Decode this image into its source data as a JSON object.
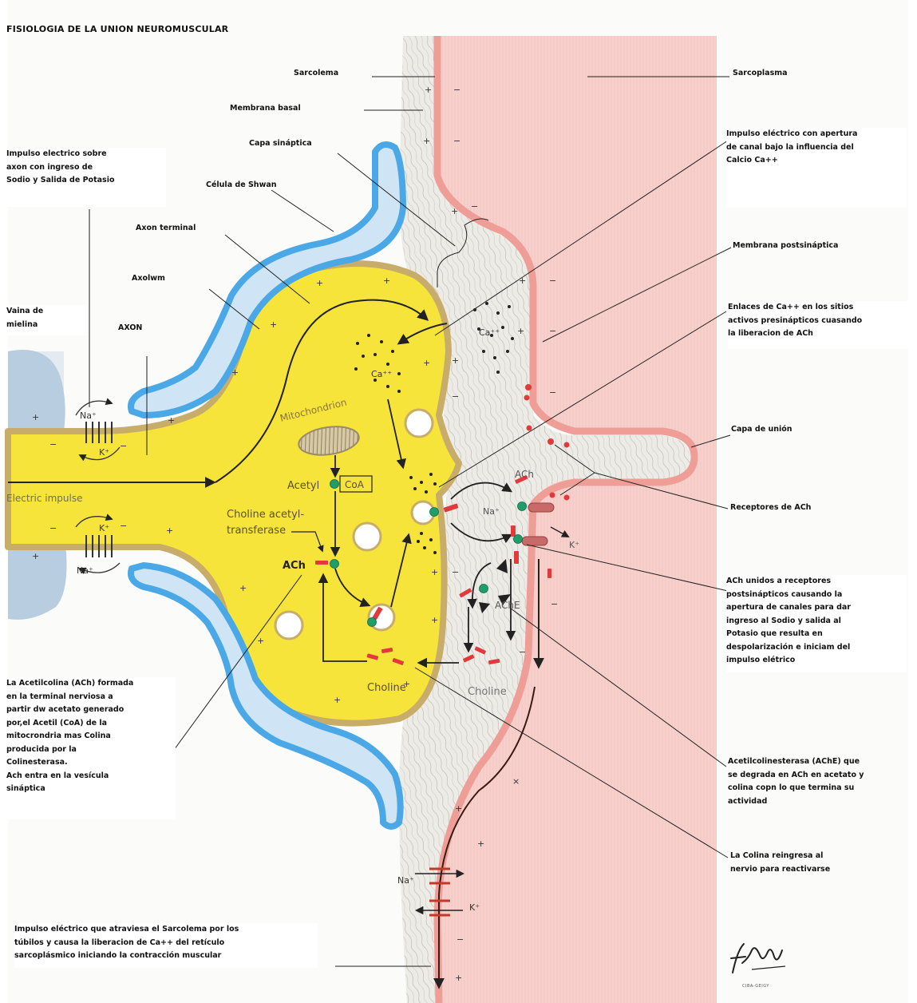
{
  "title": "FISIOLOGIA DE LA UNION NEUROMUSCULAR",
  "labels": {
    "sarcolema": "Sarcolema",
    "sarcoplasma": "Sarcoplasma",
    "membrana_basal": "Membrana basal",
    "capa_sinaptica": "Capa sináptica",
    "impulso_canal": "Impulso eléctrico con apertura\nde canal bajo la influencia del\nCalcio Ca++",
    "impulso_axon": "Impulso electrico sobre\naxon con ingreso de\nSodio y Salida de Potasio",
    "celula_shwan": "Célula de Shwan",
    "axon_terminal": "Axon terminal",
    "membrana_postsinaptica": "Membrana postsináptica",
    "axolwm": "Axolwm",
    "enlaces_ca": "Enlaces de Ca++ en los sitios\nactivos presinápticos cuasando\nla liberacion de ACh",
    "vaina_mielina": "Vaina de\nmielina",
    "axon": "AXON",
    "capa_union": "Capa de unión",
    "receptores_ach": "Receptores de ACh",
    "ach_unidos": "ACh unidos a receptores\npostsinápticos causando la\napertura de canales para dar\ningreso al Sodio y salida al\nPotasio que resulta en\ndespolarización e iniciam del\nimpulso elétrico",
    "acetilcolina_formada": "La Acetilcolina (ACh) formada\nen la terminal nerviosa a\npartir dw acetato generado\npor,el Acetil (CoA) de la\nmitocrondria mas Colina\nproducida por la\nColinesterasa.\nAch entra en la vesícula\nsináptica",
    "ache_degrada": "Acetilcolinesterasa (AChE) que\nse degrada en ACh en acetato y\ncolina copn lo que termina su\nactividad",
    "colina_reingresa": "La Colina reingresa al\nnervio para reactivarse",
    "impulso_sarcolema": "Impulso eléctrico que atraviesa el Sarcolema por los\ntúbilos y causa la liberacion de Ca++ del retículo\nsarcoplásmico iniciando la contracción muscular"
  },
  "figure_text": {
    "electric_impulse": "Electric impulse",
    "mitochondrion": "Mitochondrion",
    "acetyl": "Acetyl",
    "coa": "CoA",
    "choline_acetyl": "Choline acetyl-",
    "transferase": "transferase",
    "ach_left": "ACh",
    "ach_right": "ACh",
    "ache": "AChE",
    "choline_1": "Choline",
    "choline_2": "Choline",
    "na_plus": "Na⁺",
    "k_plus": "K⁺",
    "ca_plus": "Ca⁺⁺"
  },
  "signature": {
    "name": "F. Netter",
    "sub": "CIBA-GEIGY"
  },
  "colors": {
    "axoplasm": "#f6e43a",
    "axolemma": "#c8ad6a",
    "schwann": "#4aa8e6",
    "schwann_fill": "#cfe4f4",
    "muscle": "#f7d0cc",
    "sarcolemma": "#ee9e96",
    "myelin": "#b8cde0",
    "cleft": "#ecebe6",
    "ach_mark": "#e23a3a",
    "receptor": "#1f9e6a"
  }
}
